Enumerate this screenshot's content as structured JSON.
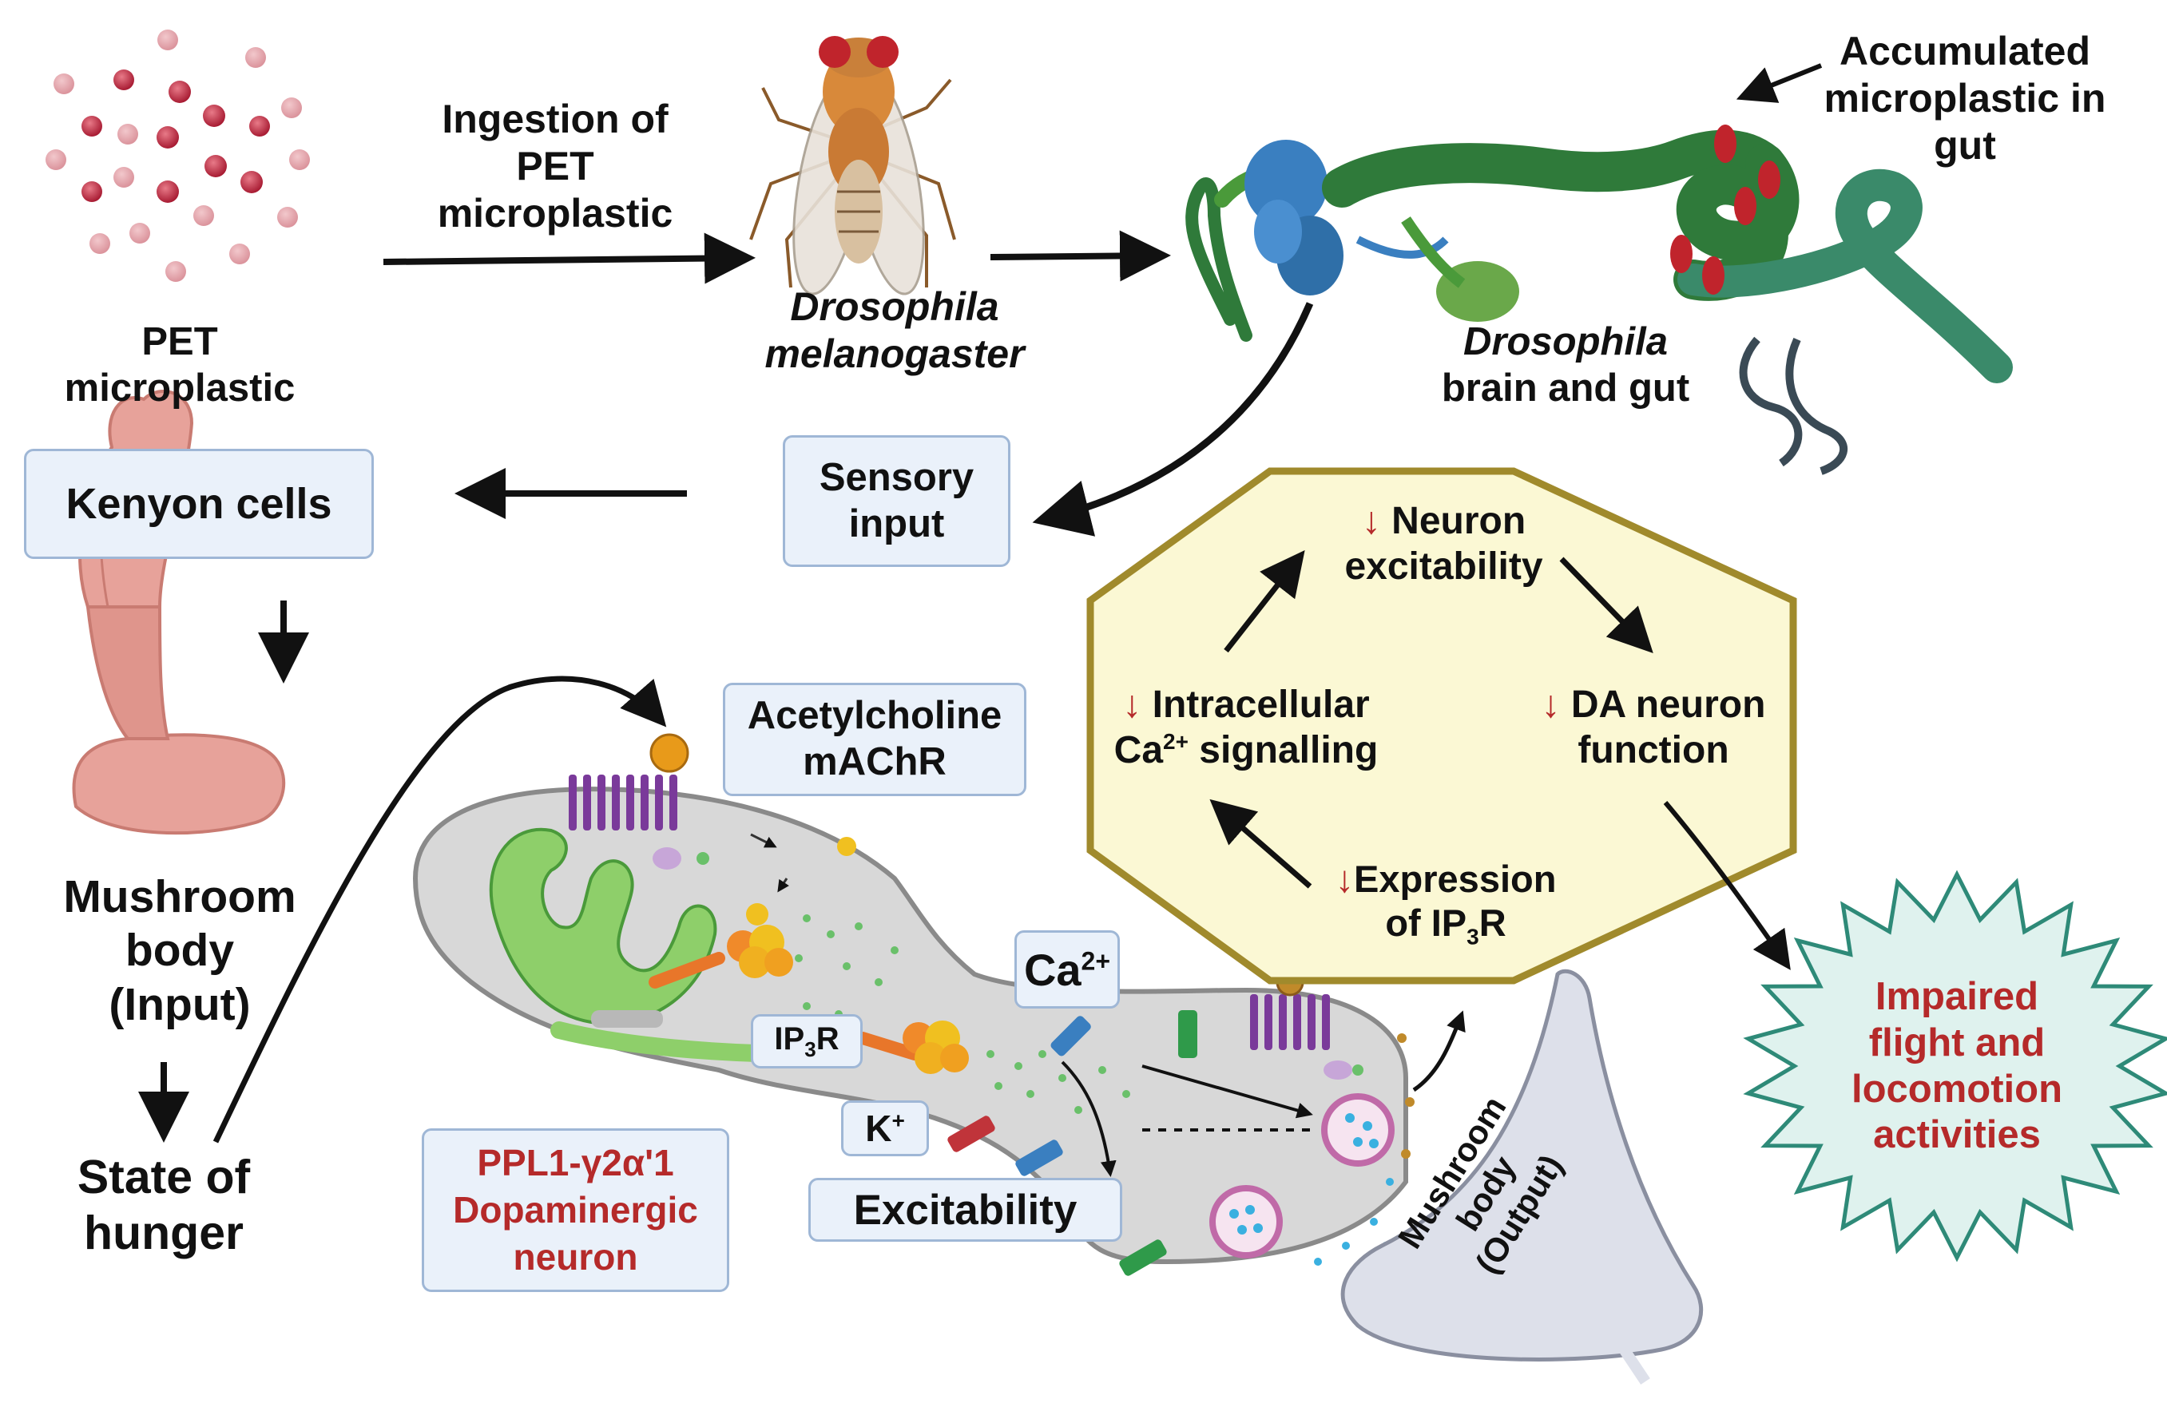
{
  "labels": {
    "pet": [
      "PET",
      "microplastic"
    ],
    "ingestion": [
      "Ingestion of",
      "PET",
      "microplastic"
    ],
    "fly": [
      "Drosophila",
      "melanogaster"
    ],
    "brain_gut": [
      "Drosophila",
      "brain and gut"
    ],
    "accumulated": [
      "Accumulated",
      "microplastic in",
      "gut"
    ],
    "sensory": [
      "Sensory",
      "input"
    ],
    "kenyon": "Kenyon cells",
    "mushroom_input": [
      "Mushroom",
      "body",
      "(Input)"
    ],
    "hunger": [
      "State of",
      "hunger"
    ],
    "ach": [
      "Acetylcholine",
      "mAChR"
    ],
    "ip3r_box": {
      "a": "IP",
      "sub": "3",
      "b": "R"
    },
    "ca_box": {
      "a": "Ca",
      "sup": "2+"
    },
    "k_box": {
      "a": "K",
      "sup": "+"
    },
    "excitability": "Excitability",
    "ppl1": [
      "PPL1-γ2α'1",
      "Dopaminergic",
      "neuron"
    ],
    "mushroom_output": [
      "Mushroom",
      "body",
      "(Output)"
    ],
    "impaired": [
      "Impaired",
      "flight and",
      "locomotion",
      "activities"
    ]
  },
  "hexagon": {
    "arrow_symbol": "↓",
    "neuron": [
      "Neuron",
      "excitability"
    ],
    "da": [
      "DA neuron",
      "function"
    ],
    "ca_line1": "Intracellular",
    "ca_line2_a": "Ca",
    "ca_line2_sup": "2+",
    "ca_line2_b": " signalling",
    "ip3r_line1": "Expression",
    "ip3r_line2_a": "of IP",
    "ip3r_line2_sub": "3",
    "ip3r_line2_b": "R"
  },
  "colors": {
    "accent_red": "#b52a2a",
    "box_fill": "#eaf1fa",
    "box_border": "#9fb7d6",
    "hexagon_fill": "#fbf8d4",
    "hexagon_border": "#a08a2c",
    "star_fill": "#dff2ee",
    "star_border": "#2e8a78",
    "gut_green": "#2f7a3a",
    "brain_blue": "#3a7fc0"
  }
}
